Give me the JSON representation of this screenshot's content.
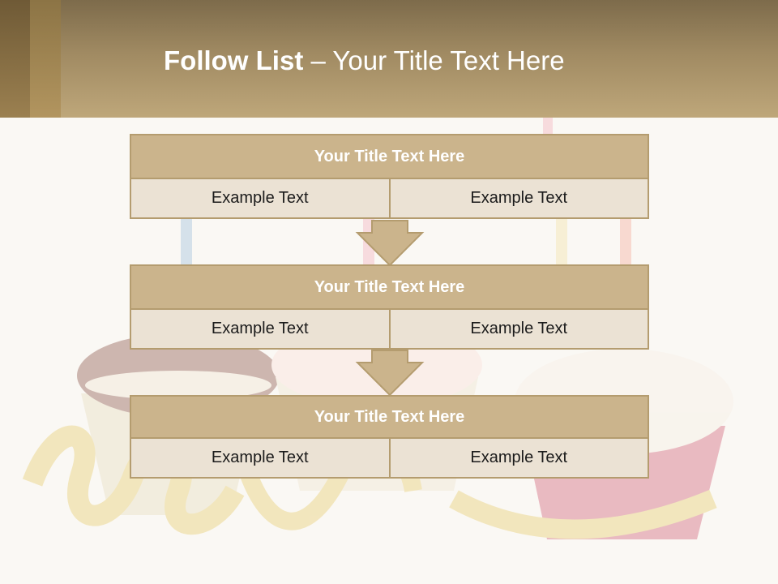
{
  "slide": {
    "title_bold": "Follow List",
    "title_rest": " – Your Title Text Here"
  },
  "flow": [
    {
      "title": "Your Title Text Here",
      "cells": [
        "Example Text",
        "Example Text"
      ]
    },
    {
      "title": "Your Title Text Here",
      "cells": [
        "Example Text",
        "Example Text"
      ]
    },
    {
      "title": "Your Title Text Here",
      "cells": [
        "Example Text",
        "Example Text"
      ]
    }
  ],
  "colors": {
    "header": "#a08a62",
    "block_title": "#cbb48c",
    "block_cell": "#ebe2d4",
    "border": "#b49c6f",
    "arrow": "#cbb48c"
  }
}
